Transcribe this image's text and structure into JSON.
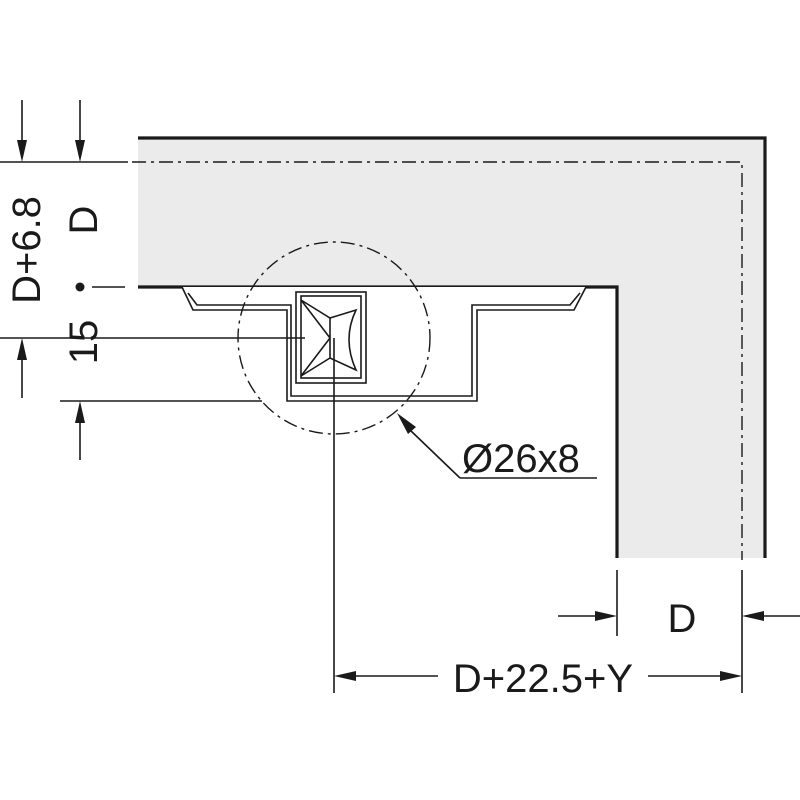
{
  "drawing": {
    "labels": {
      "d_plus_6_8": "D+6.8",
      "d_left": "D",
      "fifteen": "15",
      "bore": "Ø26x8",
      "d_bottom": "D",
      "d_plus_22_5_y": "D+22.5+Y"
    },
    "colors": {
      "panel_fill": "#ebebeb",
      "line": "#1a1a1a",
      "background": "#ffffff"
    }
  }
}
